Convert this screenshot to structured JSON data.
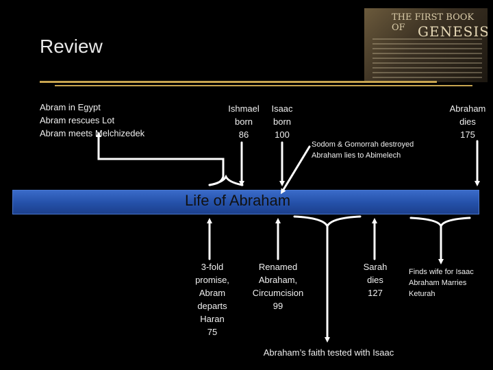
{
  "slide": {
    "title": "Review"
  },
  "book_image": {
    "header": "THE FIRST BOOK OF",
    "book": "GENESIS"
  },
  "events_top_left": [
    "Abram in Egypt",
    "Abram rescues Lot",
    "Abram meets Melchizedek"
  ],
  "ishmael": {
    "line1": "Ishmael",
    "line2": "born",
    "line3": "86"
  },
  "isaac": {
    "line1": "Isaac",
    "line2": "born",
    "line3": "100"
  },
  "sodom": {
    "line1": "Sodom & Gomorrah destroyed",
    "line2": "Abraham lies to Abimelech"
  },
  "abraham_dies": {
    "line1": "Abraham",
    "line2": "dies",
    "line3": "175"
  },
  "timeline": {
    "label": "Life of Abraham"
  },
  "promise": {
    "lines": [
      "3-fold",
      "promise,",
      "Abram",
      "departs",
      "Haran",
      "75"
    ]
  },
  "renamed": {
    "lines": [
      "Renamed",
      "Abraham,",
      "Circumcision",
      "99"
    ]
  },
  "faith": {
    "label": "Abraham’s faith tested with Isaac"
  },
  "sarah": {
    "line1": "Sarah",
    "line2": "dies",
    "line3": "127"
  },
  "wife": {
    "line1": "Finds wife for Isaac",
    "line2": "Abraham Marries",
    "line3": "Keturah"
  },
  "colors": {
    "timeline_bar": "#2450a8",
    "rule": "#c8a550",
    "arrow": "#ffffff"
  }
}
